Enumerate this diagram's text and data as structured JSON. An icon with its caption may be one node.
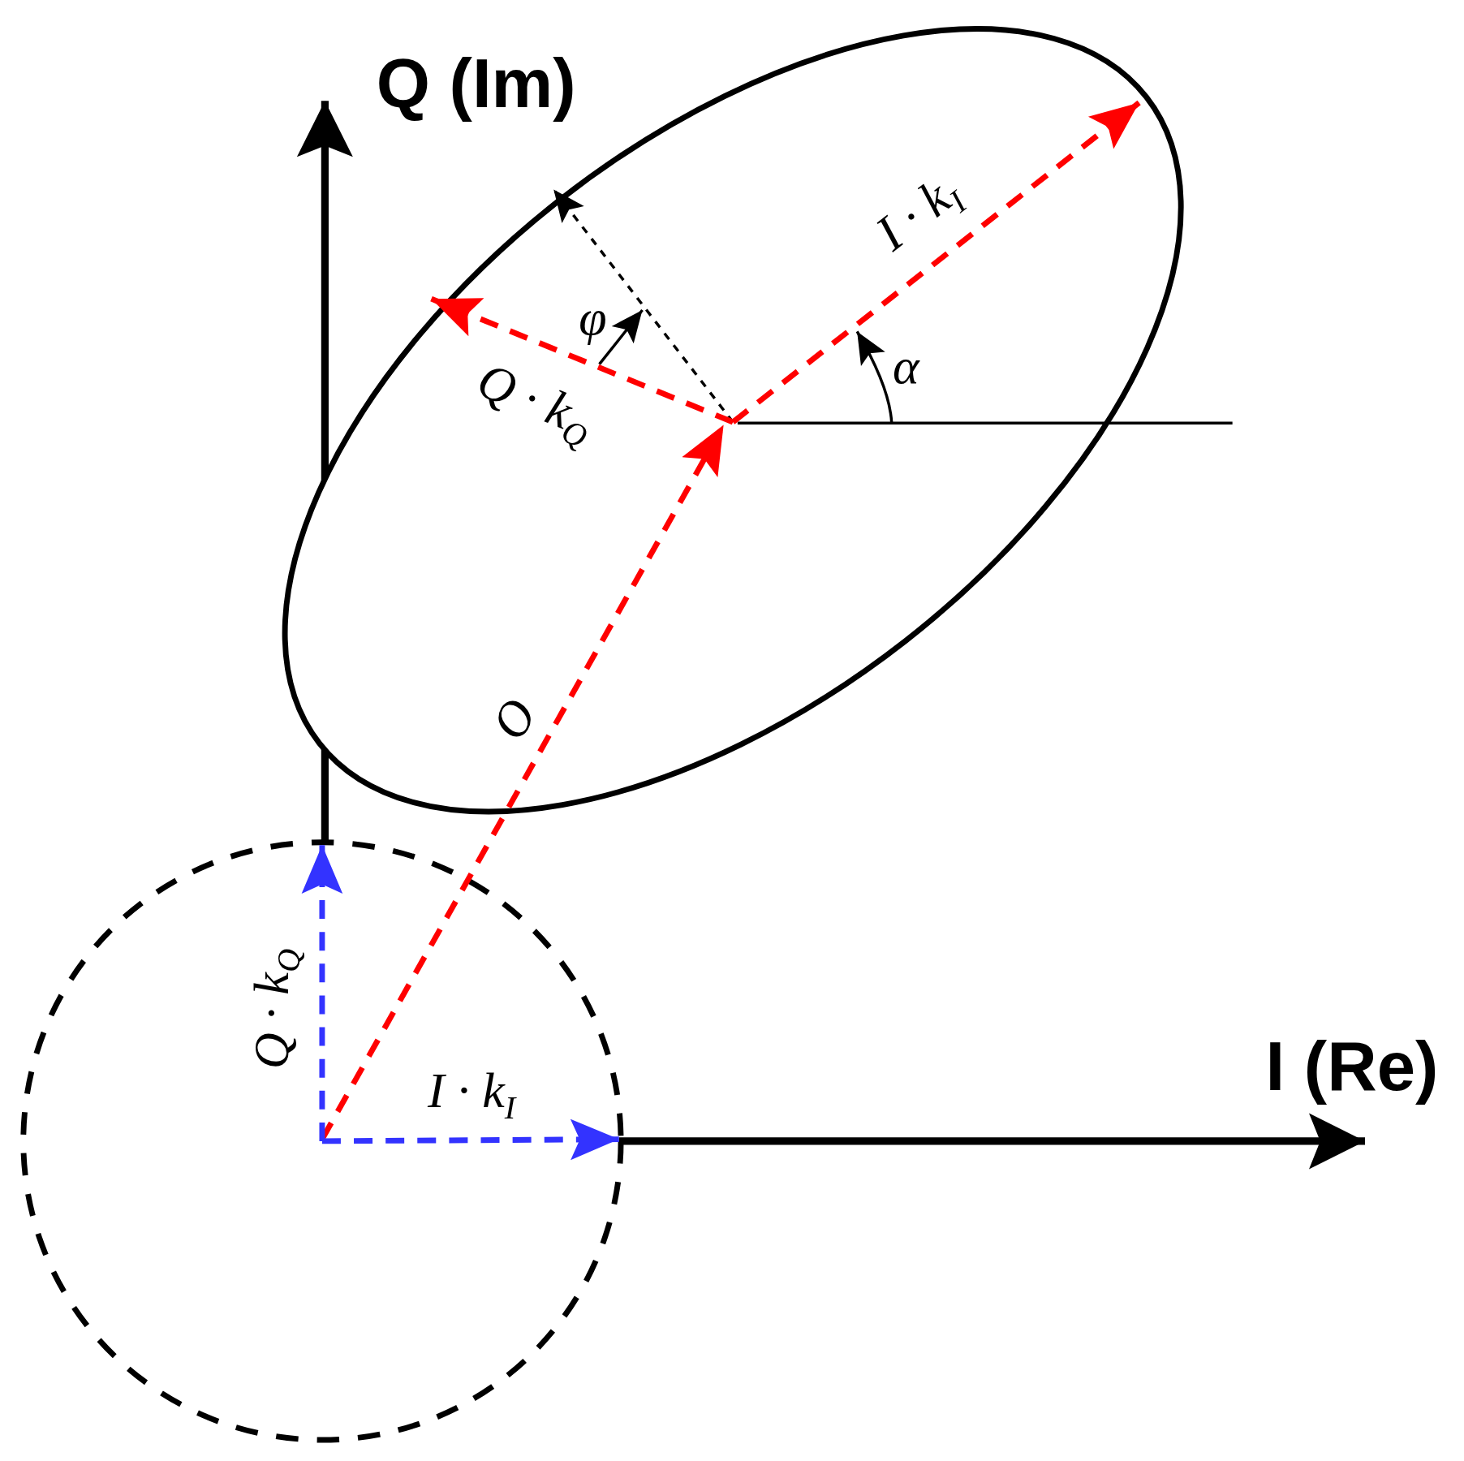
{
  "diagram": {
    "labels": [
      "Q (Im)",
      "I · k$_{I}$",
      "φ",
      "α",
      "Q · k$_{Q}$",
      "O",
      "I (Re)",
      "Q · k$_{Q}$",
      "I · k$_{I}$"
    ]
  }
}
